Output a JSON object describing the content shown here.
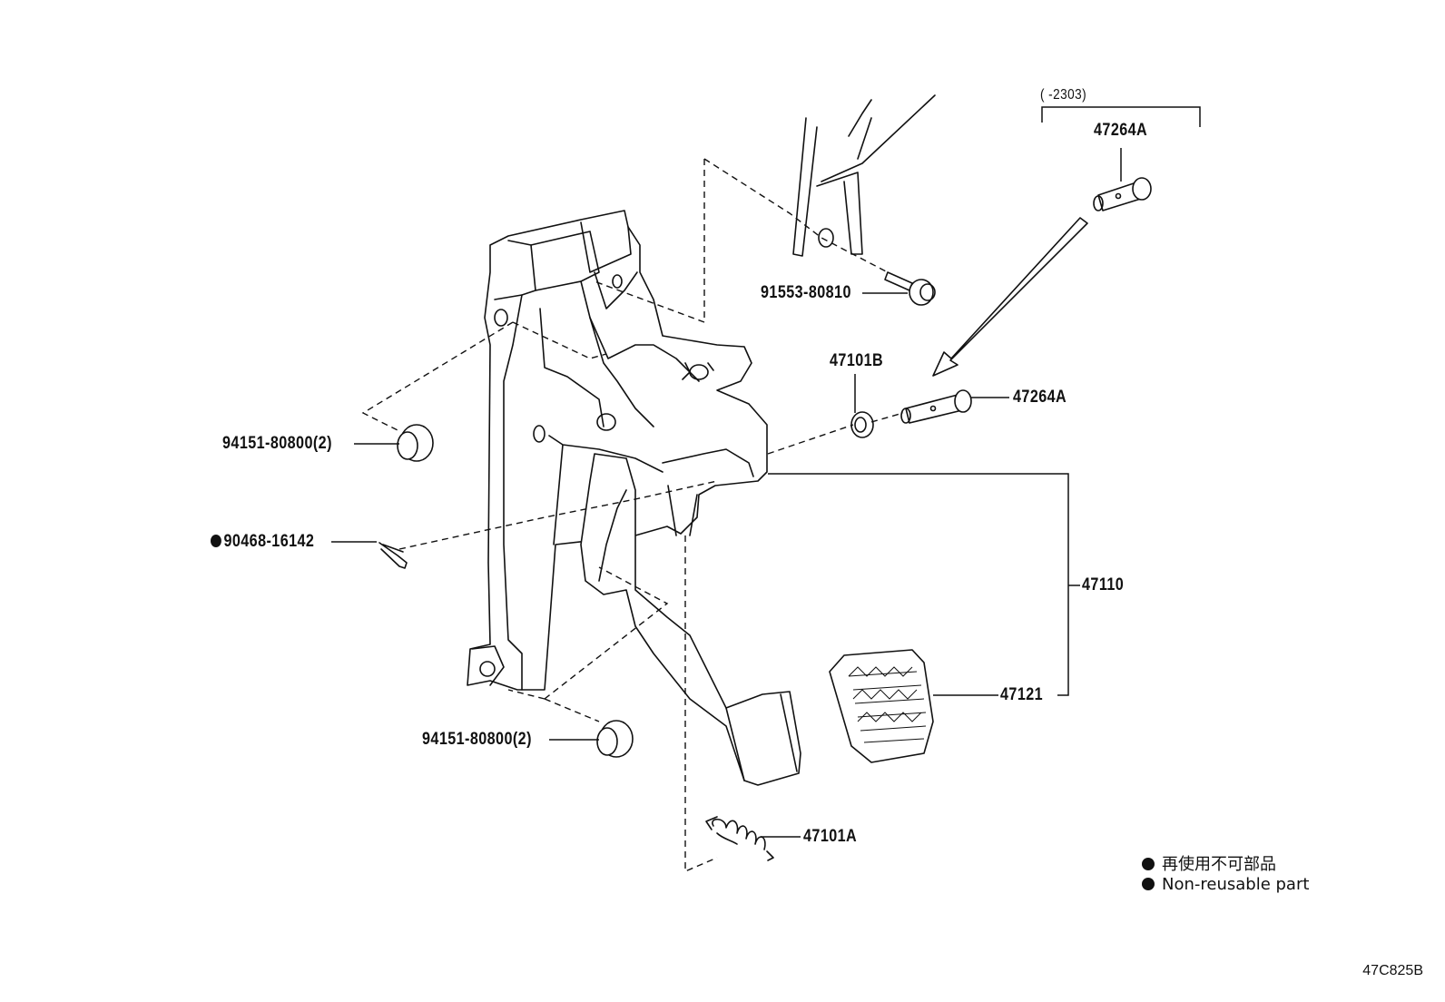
{
  "callouts": {
    "range_bracket": "(      -2303)",
    "pin_top": "47264A",
    "bolt": "91553-80810",
    "bushing": "47101B",
    "pin": "47264A",
    "nut_upper": "94151-80800(2)",
    "clip": "90468-16142",
    "pedal_assy": "47110",
    "pedal_pad": "47121",
    "nut_lower": "94151-80800(2)",
    "spring": "47101A"
  },
  "legend": {
    "jp": "再使用不可部品",
    "en": "Non-reusable part"
  },
  "diagram_code": "47C825B",
  "non_reusable_marker": "filled-circle"
}
